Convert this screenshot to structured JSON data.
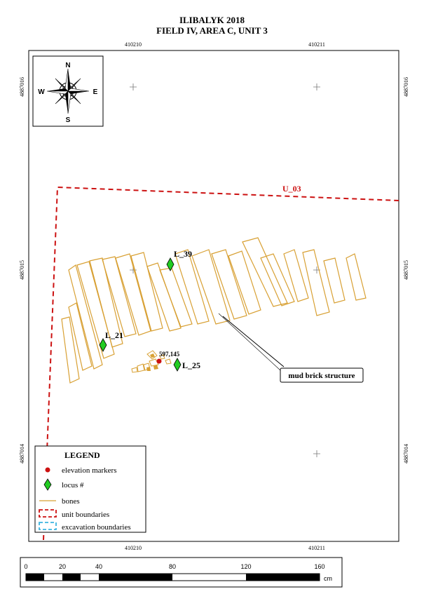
{
  "map": {
    "title_line1": "ILIBALYK 2018",
    "title_line2": "FIELD IV, AREA C, UNIT 3"
  },
  "grid": {
    "x_labels": [
      "410210",
      "410211"
    ],
    "y_labels": [
      "4887016",
      "4887015",
      "4887014"
    ]
  },
  "compass": {
    "north": "N",
    "south": "S",
    "east": "E",
    "west": "W"
  },
  "features": {
    "unit_label": "U_03",
    "loci": [
      "L_39",
      "L_21",
      "L_25"
    ],
    "elevation_value": "597,145",
    "callout": "mud brick structure"
  },
  "colors": {
    "bones": "#D8A033",
    "unit_boundary": "#CC1111",
    "elevation_marker": "#CC1111",
    "locus_marker": "#22CC22",
    "excavation_boundary": "#3CB4E0"
  },
  "legend": {
    "title": "LEGEND",
    "items": [
      {
        "icon": "red-dot-icon",
        "label": "elevation markers"
      },
      {
        "icon": "green-diamond-icon",
        "label": "locus #"
      },
      {
        "icon": "orange-line-icon",
        "label": "bones"
      },
      {
        "icon": "red-dashed-box-icon",
        "label": "unit boundaries"
      },
      {
        "icon": "blue-dashed-box-icon",
        "label": "excavation boundaries"
      }
    ]
  },
  "scale_bar": {
    "ticks": [
      "0",
      "20",
      "40",
      "80",
      "120",
      "160"
    ],
    "unit": "cm"
  }
}
